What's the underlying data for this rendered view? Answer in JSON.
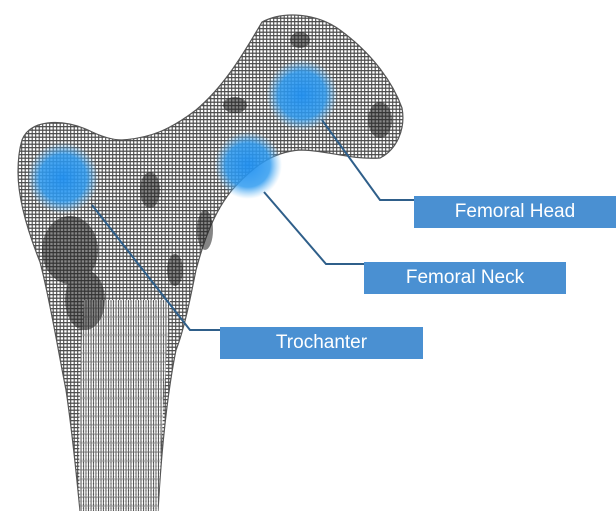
{
  "labels": {
    "femoral_head": "Femoral Head",
    "femoral_neck": "Femoral Neck",
    "trochanter": "Trochanter"
  },
  "colors": {
    "label_box": "#4a90d2",
    "label_text": "#ffffff",
    "leader_line": "#2f5f8a",
    "highlight": "#2f9bf0",
    "bone_mesh": "#3a3a3a"
  }
}
